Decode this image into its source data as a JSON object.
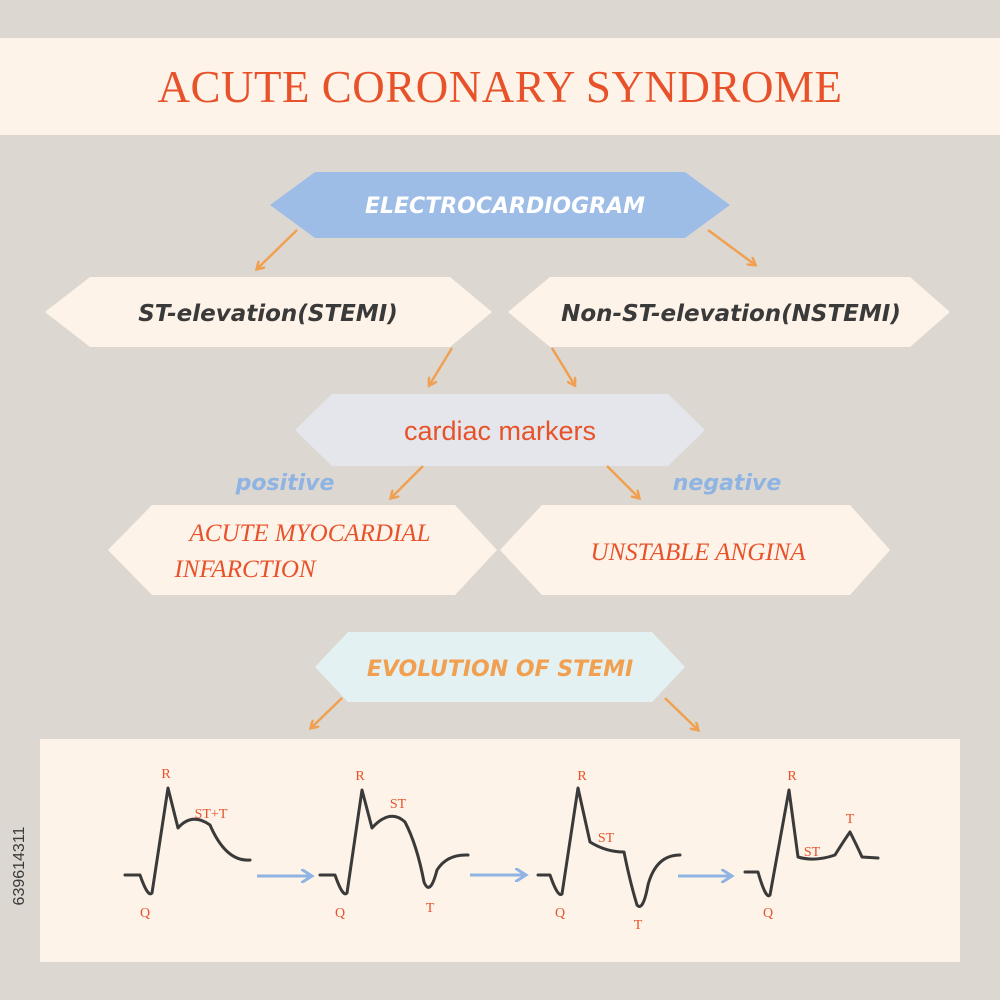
{
  "title": "ACUTE CORONARY SYNDROME",
  "diagram": {
    "ecg_box": "ELECTROCARDIOGRAM",
    "stemi_box": "ST-elevation(STEMI)",
    "nstemi_box": "Non-ST-elevation(NSTEMI)",
    "markers_box": "cardiac markers",
    "positive_label": "positive",
    "negative_label": "negative",
    "ami_line1": "ACUTE MYOCARDIAL",
    "ami_line2": "INFARCTION",
    "ua_box": "UNSTABLE ANGINA",
    "evolution_box": "EVOLUTION OF STEMI"
  },
  "waveforms": [
    {
      "labels": {
        "r": "R",
        "q": "Q",
        "st": "ST+T"
      }
    },
    {
      "labels": {
        "r": "R",
        "q": "Q",
        "st": "ST",
        "t": "T"
      }
    },
    {
      "labels": {
        "r": "R",
        "q": "Q",
        "st": "ST",
        "t": "T"
      }
    },
    {
      "labels": {
        "r": "R",
        "q": "Q",
        "st": "ST",
        "t": "T"
      }
    }
  ],
  "stock_id": "639614311",
  "colors": {
    "background": "#dcd8d1",
    "panel": "#fdf3e8",
    "accent_red": "#e8522a",
    "accent_orange": "#f0a050",
    "blue_box": "#9dbde6",
    "grey_box": "#e4e6ec",
    "light_blue_box": "#e3f1f3",
    "wave": "#3a3a3a",
    "label_blue": "#8fb4e3"
  }
}
